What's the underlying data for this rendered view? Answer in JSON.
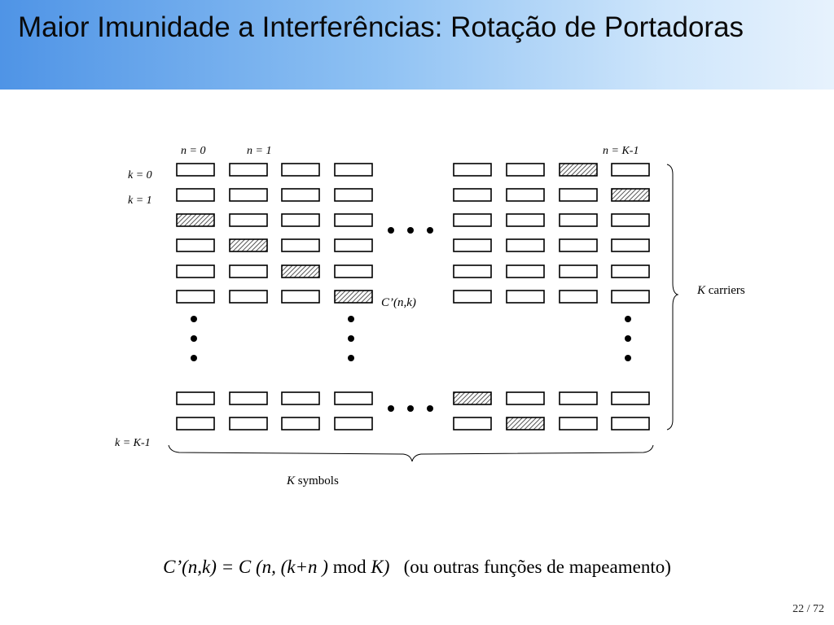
{
  "slide": {
    "title": "Maior Imunidade a Interferências: Rotação de Portadoras",
    "page_number": "22 / 72"
  },
  "diagram": {
    "column_labels": [
      {
        "prefix": "n = ",
        "value": "0"
      },
      {
        "prefix": "n = ",
        "value": "1"
      },
      {
        "prefix": "n = ",
        "value": "K-1"
      }
    ],
    "row_labels": [
      {
        "prefix": "k = ",
        "value": "0"
      },
      {
        "prefix": "k = ",
        "value": "1"
      },
      {
        "prefix": "k = ",
        "value": "K-1"
      }
    ],
    "cell_label": "C’(n,k)",
    "carriers_brace": {
      "var": "K",
      "text": " carriers"
    },
    "symbols_brace": {
      "var": "K",
      "text": " symbols"
    },
    "grid": {
      "visible_columns": 8,
      "top_rows": 6,
      "bottom_rows": 2,
      "hatched_cells": [
        {
          "col": 0,
          "row": 2
        },
        {
          "col": 1,
          "row": 3
        },
        {
          "col": 2,
          "row": 4
        },
        {
          "col": 3,
          "row": 5
        },
        {
          "col": 6,
          "row": 0
        },
        {
          "col": 7,
          "row": 1
        },
        {
          "col": 4,
          "row": 6
        },
        {
          "col": 5,
          "row": 7
        }
      ]
    }
  },
  "formula": {
    "lhs": "C’(n,k) = C (n, (k+n )",
    "mod": " mod ",
    "modvar": "K)",
    "note": "(ou outras funções de mapeamento)"
  },
  "colors": {
    "header_start": "#4f94e6",
    "header_end": "#e7f2fd",
    "cell_stroke": "#000000"
  }
}
